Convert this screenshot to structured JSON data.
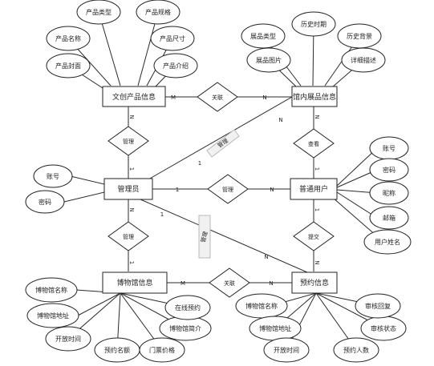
{
  "entities": {
    "product": "文创产品信息",
    "exhibit": "馆内展品信息",
    "admin": "管理员",
    "user": "普通用户",
    "museum": "博物馆信息",
    "booking": "预约信息"
  },
  "attributes": {
    "p_type": "产品类型",
    "p_spec": "产品规格",
    "p_name": "产品名称",
    "p_size": "产品尺寸",
    "p_cover": "产品封面",
    "p_intro": "产品介绍",
    "e_type": "展品类型",
    "e_period": "历史时期",
    "e_background": "历史背景",
    "e_image": "展品图片",
    "e_detail": "详细描述",
    "a_account": "账号",
    "a_password": "密码",
    "u_account": "账号",
    "u_password": "密码",
    "u_nickname": "昵称",
    "u_email": "邮箱",
    "u_name": "用户姓名",
    "m_name": "博物馆名称",
    "m_address": "博物馆地址",
    "m_open": "开放时间",
    "m_quota": "预约名额",
    "m_price": "门票价格",
    "m_online": "在线预约",
    "m_intro": "博物馆简介",
    "b_museum": "博物馆名称",
    "b_address": "博物馆地址",
    "b_open": "开放时间",
    "b_reply": "审核回复",
    "b_status": "审核状态",
    "b_count": "预约人数"
  },
  "relations": {
    "r_product_exhibit": "关联",
    "r_admin_product": "管理",
    "r_admin_exhibit": "管理",
    "r_user_exhibit": "查看",
    "r_admin_user": "管理",
    "r_admin_museum": "管理",
    "r_admin_booking": "管理",
    "r_user_booking": "提交",
    "r_museum_booking": "关联"
  },
  "cardinalities": {
    "c1": "M",
    "c2": "N",
    "c3": "N",
    "c4": "1",
    "c5": "N",
    "c6": "1",
    "c7": "N",
    "c8": "1",
    "c9": "1",
    "c10": "N",
    "c11": "N",
    "c12": "1",
    "c13": "N",
    "c14": "1",
    "c15": "N",
    "c16": "1",
    "c17": "M",
    "c18": "N"
  }
}
